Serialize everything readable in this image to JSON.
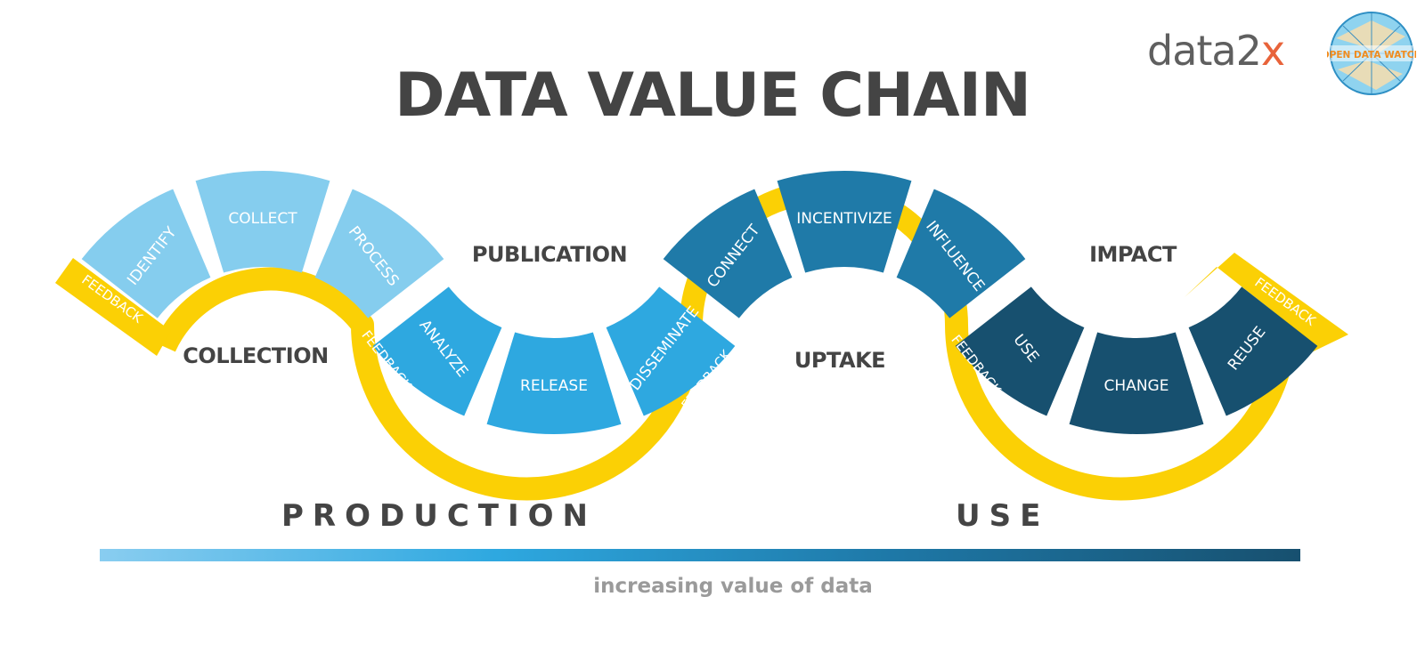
{
  "title": "DATA VALUE CHAIN",
  "logos": {
    "data2x_prefix": "data2",
    "data2x_accent": "x",
    "odw_text": "OPEN DATA WATCH"
  },
  "stages": {
    "collection": "COLLECTION",
    "publication": "PUBLICATION",
    "uptake": "UPTAKE",
    "impact": "IMPACT"
  },
  "segments": {
    "identify": "IDENTIFY",
    "collect": "COLLECT",
    "process": "PROCESS",
    "analyze": "ANALYZE",
    "release": "RELEASE",
    "disseminate": "DISSEMINATE",
    "connect": "CONNECT",
    "incentivize": "INCENTIVIZE",
    "influence": "INFLUENCE",
    "use": "USE",
    "change": "CHANGE",
    "reuse": "REUSE"
  },
  "feedback": "FEEDBACK",
  "bottom": {
    "production": "PRODUCTION",
    "use": "USE",
    "caption": "increasing value of data"
  },
  "colors": {
    "collection": "#85cdee",
    "publication": "#2ea8e0",
    "uptake": "#1f7aa8",
    "impact": "#17506f",
    "feedback": "#fbd005",
    "text": "#444444"
  }
}
